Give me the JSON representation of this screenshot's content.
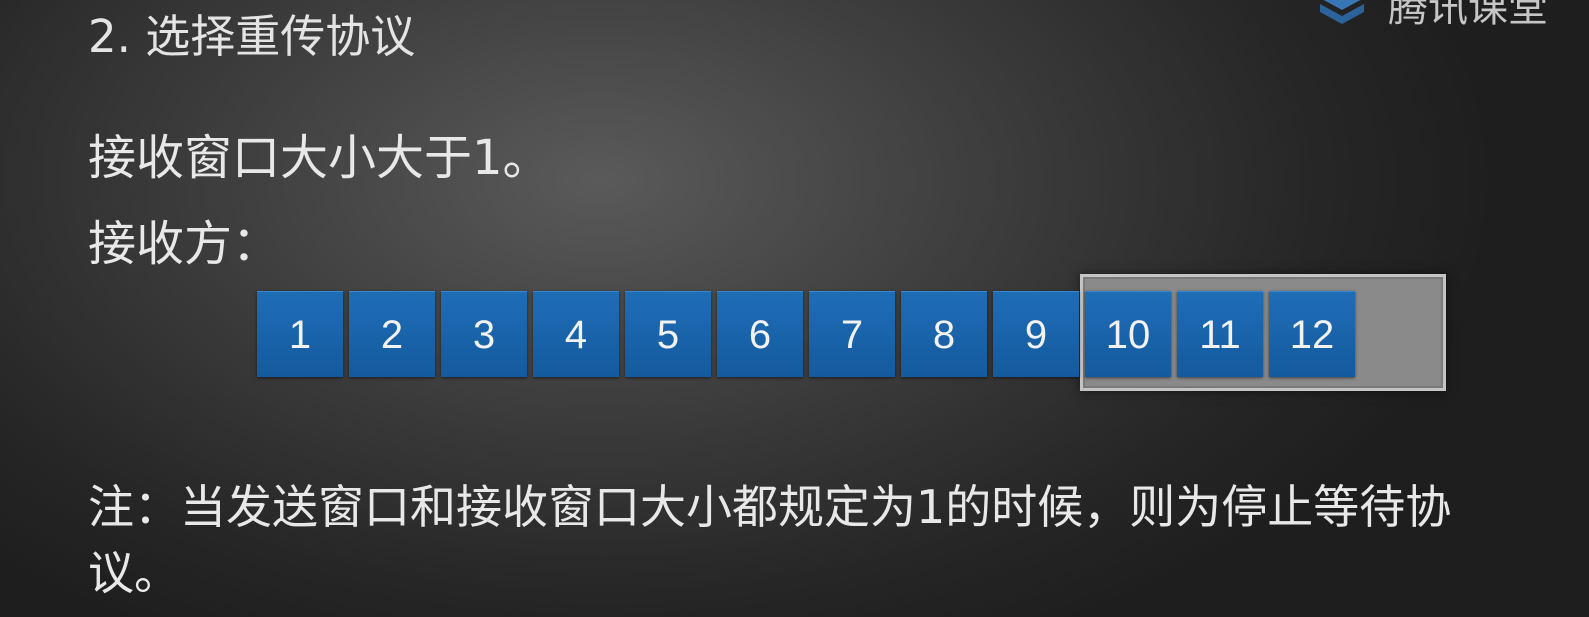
{
  "slide": {
    "heading": "2. 选择重传协议",
    "line1": "接收窗口大小大于1。",
    "line2": "接收方：",
    "note": "注：当发送窗口和接收窗口大小都规定为1的时候，则为停止等待协议。"
  },
  "packets": [
    "1",
    "2",
    "3",
    "4",
    "5",
    "6",
    "7",
    "8",
    "9",
    "10",
    "11",
    "12"
  ],
  "receive_window": {
    "first_packet": "10",
    "last_packet": "12"
  },
  "logo": {
    "icon": "tencent-classroom-icon",
    "text": "腾讯课堂"
  },
  "colors": {
    "packet_fill": "#1a64ab",
    "window_frame": "#8a8a8a",
    "background": "#3c3c3c",
    "text": "#e6e6e6"
  }
}
